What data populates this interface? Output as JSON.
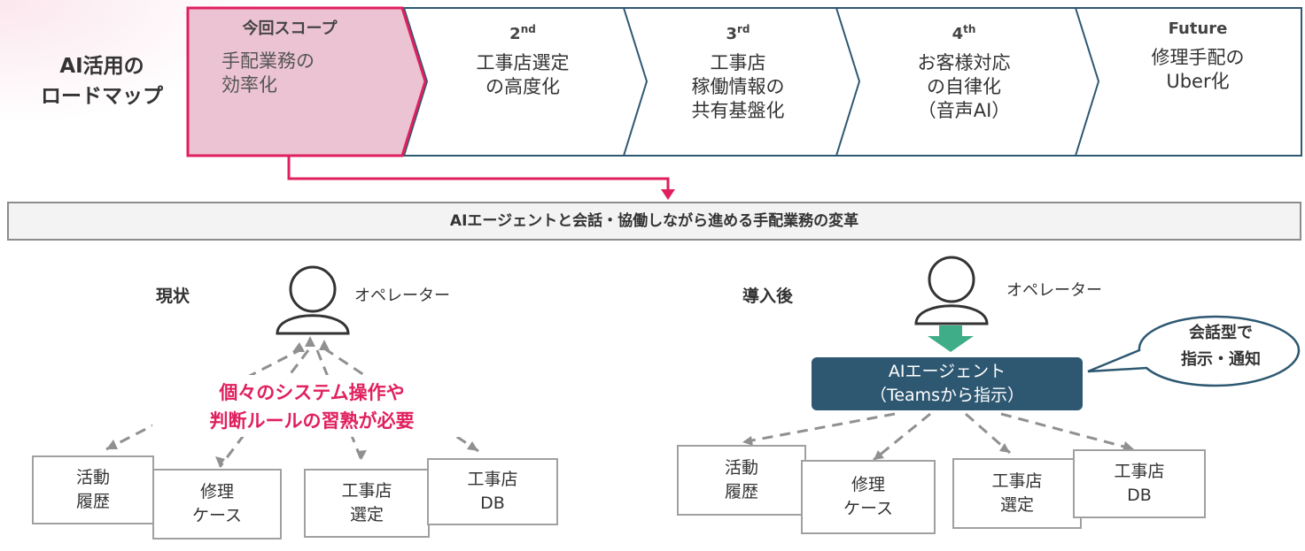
{
  "roadmap": {
    "title_line1": "AI活用の",
    "title_line2": "ロードマップ",
    "stages": [
      {
        "num": "今回スコープ",
        "sup": "",
        "lines": [
          "手配業務の",
          "効率化"
        ]
      },
      {
        "num": "2",
        "sup": "nd",
        "lines": [
          "工事店選定",
          "の高度化"
        ]
      },
      {
        "num": "3",
        "sup": "rd",
        "lines": [
          "工事店",
          "稼働情報の",
          "共有基盤化"
        ]
      },
      {
        "num": "4",
        "sup": "th",
        "lines": [
          "お客様対応",
          "の自律化",
          "（音声AI）"
        ]
      },
      {
        "num": "Future",
        "sup": "",
        "lines": [
          "修理手配の",
          "Uber化"
        ]
      }
    ]
  },
  "banner": "AIエージェントと会話・協働しながら進める手配業務の変革",
  "current": {
    "label": "現状",
    "operator": "オペレーター",
    "callout_line1": "個々のシステム操作や",
    "callout_line2": "判断ルールの習熟が必要",
    "systems": [
      [
        "活動",
        "履歴"
      ],
      [
        "修理",
        "ケース"
      ],
      [
        "工事店",
        "選定"
      ],
      [
        "工事店",
        "DB"
      ]
    ]
  },
  "after": {
    "label": "導入後",
    "operator": "オペレーター",
    "agent_line1": "AIエージェント",
    "agent_line2": "（Teamsから指示）",
    "bubble_line1": "会話型で",
    "bubble_line2": "指示・通知",
    "systems": [
      [
        "活動",
        "履歴"
      ],
      [
        "修理",
        "ケース"
      ],
      [
        "工事店",
        "選定"
      ],
      [
        "工事店",
        "DB"
      ]
    ]
  },
  "colors": {
    "accent_pink": "#e0205e",
    "scope_fill": "#ecc3d2",
    "chevron_border": "#2e5872",
    "agent_fill": "#2e5872",
    "arrow_green": "#3fae88",
    "connector_gray": "#909090"
  }
}
